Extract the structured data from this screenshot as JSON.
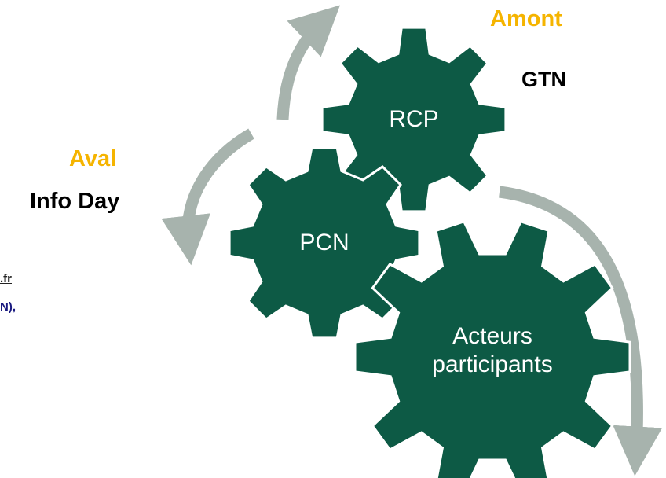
{
  "colors": {
    "gear": "#0d5a45",
    "arrow": "#a7b3ad",
    "accent": "#f5b400",
    "text_dark": "#000000",
    "gear_text": "#ffffff",
    "link_text": "#222222",
    "navy_text": "#1a1a80"
  },
  "labels": {
    "amont": "Amont",
    "gtn": "GTN",
    "aval": "Aval",
    "info_day": "Info Day"
  },
  "gears": {
    "rcp": "RCP",
    "pcn": "PCN",
    "acteurs_line1": "Acteurs",
    "acteurs_line2": "participants"
  },
  "clipped_text": {
    "line1": ".fr",
    "line2": "N),"
  },
  "icons": [
    "cycle-arrow-icon",
    "gear-icon"
  ]
}
